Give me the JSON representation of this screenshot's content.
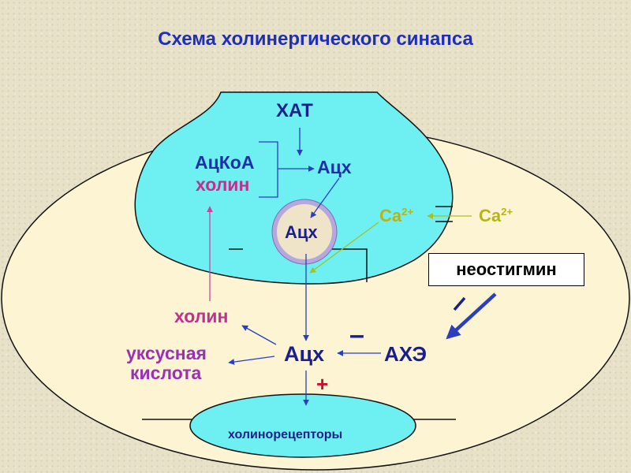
{
  "title": "Схема холинергического синапса",
  "labels": {
    "xat": "ХАТ",
    "acetyl_coa": "АцКоА",
    "choline_top": "холин",
    "ach_top": "Ацх",
    "ach_vesicle": "Ацх",
    "ca_inside": "Ca",
    "ca_outside": "Ca",
    "ca_charge": "2+",
    "neostigmine": "неостигмин",
    "choline_bottom": "холин",
    "acetic_acid_line1": "уксусная",
    "acetic_acid_line2": "кислота",
    "ach_cleft": "Ацх",
    "ache": "АХЭ",
    "minus_ache": "–",
    "plus_receptor": "+",
    "receptors": "холинорецепторы"
  },
  "colors": {
    "neuron_fill": "#6ef0f2",
    "cell_fill": "#fdf4d4",
    "vesicle_fill": "#f0e4c8",
    "vesicle_ring": "#b6a8dc",
    "blue_text": "#1f2fa8",
    "magenta_text": "#c1308f",
    "olive_text": "#b6b41a",
    "arrow_blue": "#2a3fbf",
    "arrow_magenta": "#d040a0",
    "arrow_olive": "#a8c020"
  }
}
